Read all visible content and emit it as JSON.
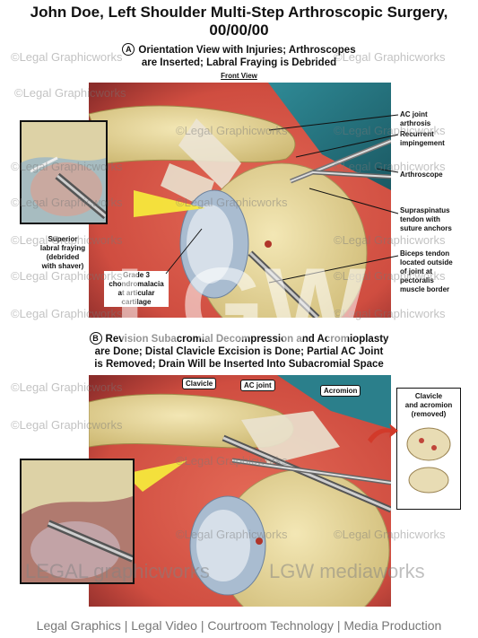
{
  "title": {
    "line1": "John Doe, Left Shoulder Multi-Step Arthroscopic Surgery,",
    "line2": "00/00/00"
  },
  "panel_a": {
    "letter": "A",
    "line1": "Orientation View with Injuries; Arthroscopes",
    "line2": "are Inserted; Labral Fraying is Debrided",
    "view_label": "Front View",
    "labels": {
      "ac_joint": [
        "AC joint",
        "arthrosis"
      ],
      "impingement": [
        "Recurrent",
        "impingement"
      ],
      "arthroscope": "Arthroscope",
      "supraspinatus": [
        "Supraspinatus",
        "tendon with",
        "suture anchors"
      ],
      "biceps": [
        "Biceps tendon",
        "located outside",
        "of joint at",
        "pectoralis",
        "muscle border"
      ],
      "labral": [
        "Superior",
        "labral fraying",
        "(debrided",
        "with shaver)"
      ],
      "grade3": [
        "Grade 3",
        "chondromalacia",
        "at articular",
        "cartilage"
      ]
    }
  },
  "panel_b": {
    "letter": "B",
    "line1": "Revision Subacromial Decompression and Acromioplasty",
    "line2": "are Done; Distal Clavicle Excision is Done; Partial AC Joint",
    "line3": "is Removed; Drain Will be Inserted Into Subacromial Space",
    "tags": {
      "clavicle": "Clavicle",
      "ac_joint": "AC joint",
      "acromion": "Acromion"
    },
    "removed_label": [
      "Clavicle",
      "and acromion",
      "(removed)"
    ]
  },
  "watermark": {
    "text": "©Legal Graphicworks",
    "brand_left": "LEGAL graphicworks",
    "brand_right": "LGW mediaworks",
    "big": "LGW"
  },
  "footer": "Legal Graphics | Legal Video | Courtroom Technology | Media Production",
  "colors": {
    "tissue_red": "#d8584a",
    "bone": "#e7d79a",
    "cartilage": "#9fb3c8",
    "tendon": "#eae3d2"
  }
}
